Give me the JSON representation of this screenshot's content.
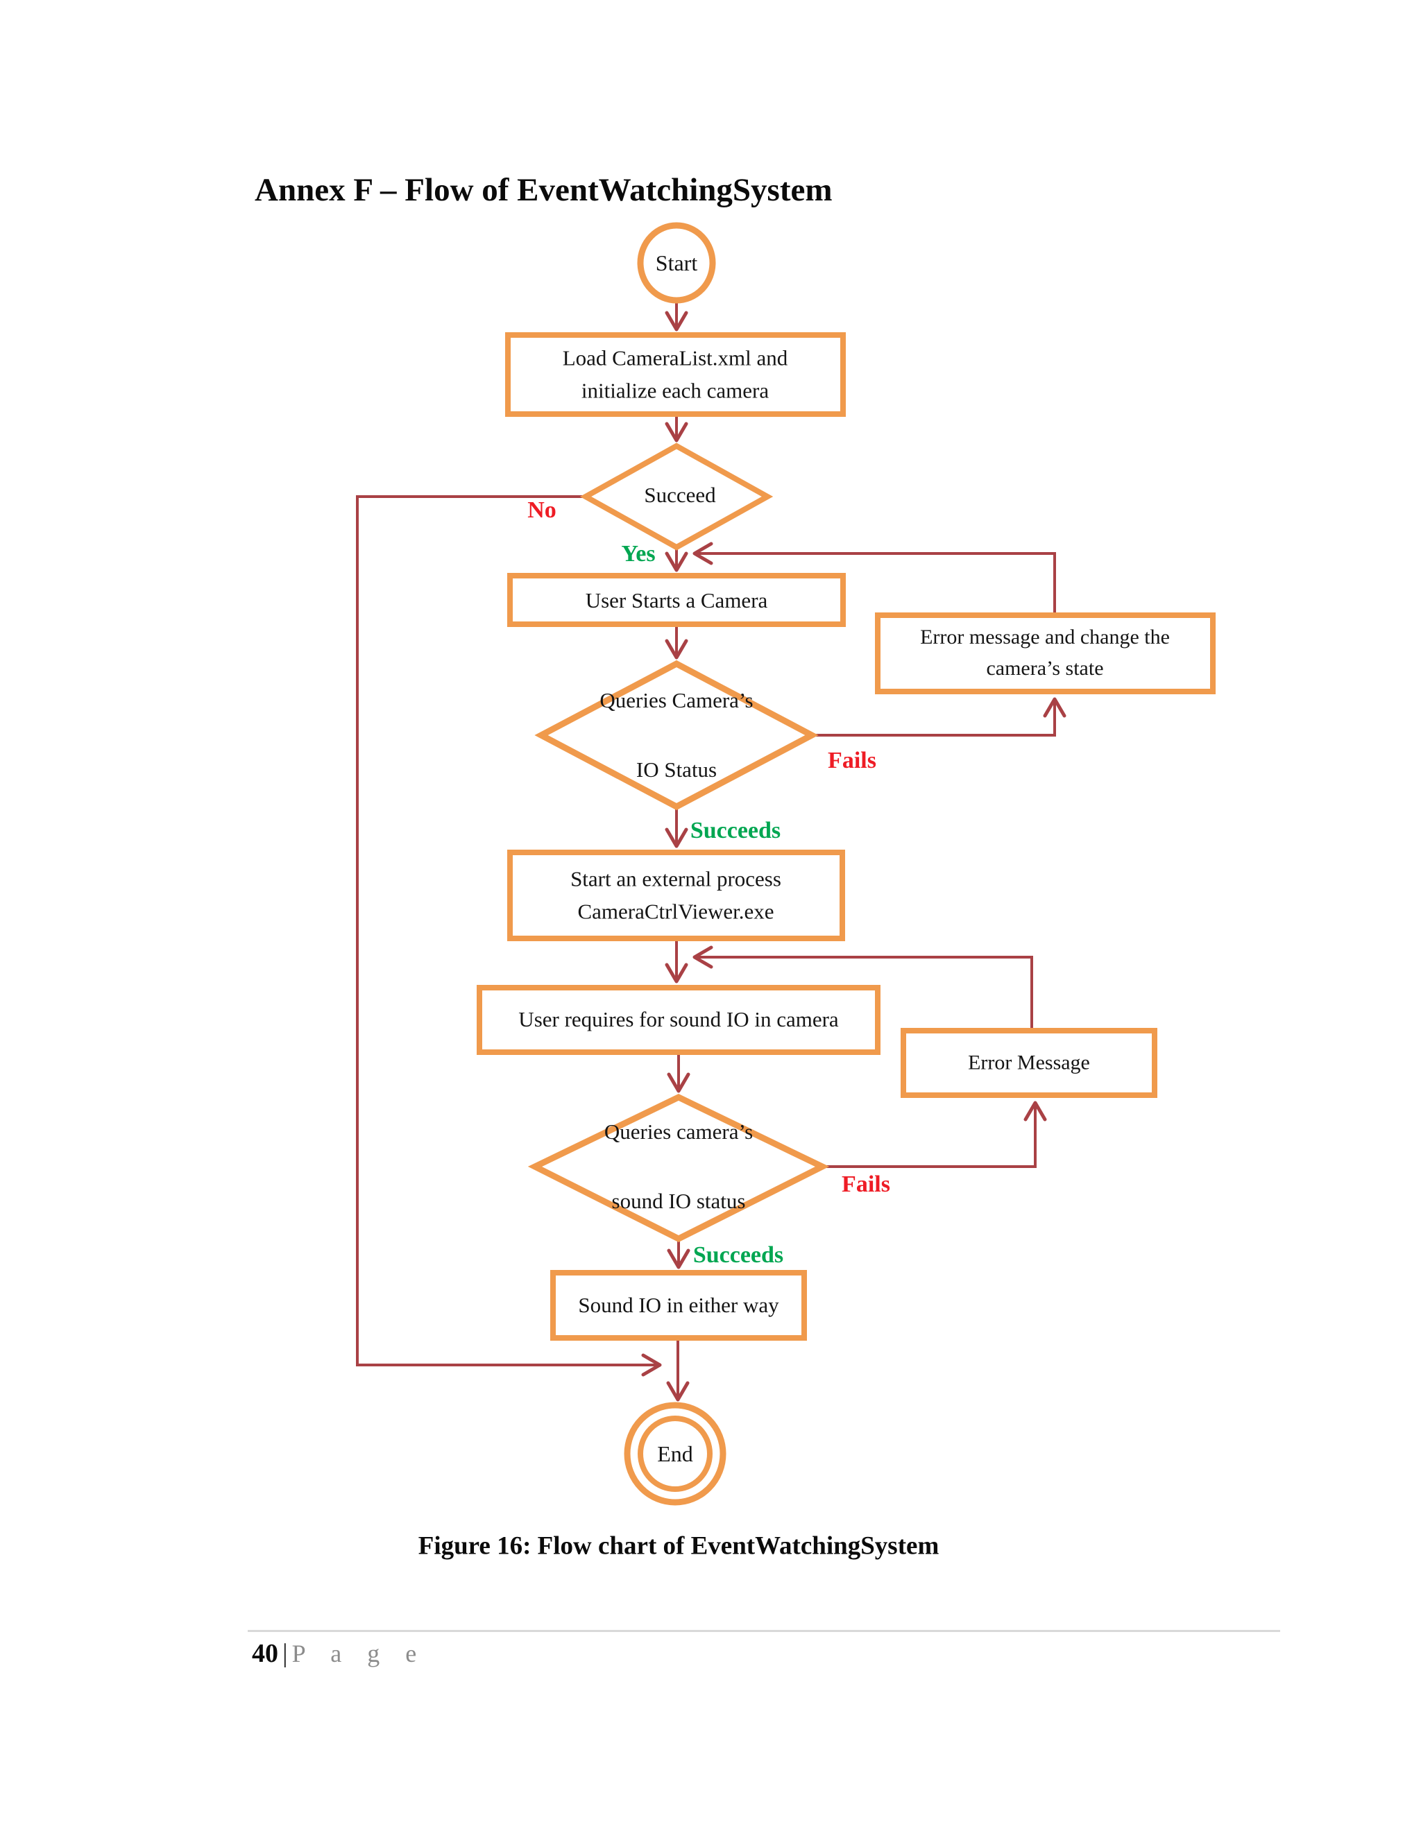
{
  "page": {
    "title": "Annex F – Flow of EventWatchingSystem",
    "caption": "Figure 16: Flow chart of EventWatchingSystem",
    "footer": {
      "page_number": "40",
      "separator": "|",
      "label": "P a g e"
    }
  },
  "flowchart": {
    "nodes": {
      "start": {
        "label": "Start"
      },
      "load_cameralist": {
        "line1": "Load CameraList.xml and",
        "line2": "initialize each camera"
      },
      "succeed_decision": {
        "label": "Succeed"
      },
      "user_starts_camera": {
        "label": "User Starts a Camera"
      },
      "error_change_state": {
        "line1": "Error message and change the",
        "line2": "camera’s state"
      },
      "queries_io_status": {
        "line1": "Queries Camera’s",
        "line2": "IO Status"
      },
      "start_external_process": {
        "line1": "Start an external process",
        "line2": "CameraCtrlViewer.exe"
      },
      "user_requires_sound": {
        "label": "User requires for sound IO in camera"
      },
      "error_message": {
        "label": "Error Message"
      },
      "queries_sound_status": {
        "line1": "Queries camera’s",
        "line2": "sound IO status"
      },
      "sound_io_either_way": {
        "label": "Sound IO in either way"
      },
      "end": {
        "label": "End"
      }
    },
    "edge_labels": {
      "no": "No",
      "yes": "Yes",
      "fails_io": "Fails",
      "succeeds_io": "Succeeds",
      "fails_sound": "Fails",
      "succeeds_sound": "Succeeds"
    },
    "colors": {
      "shape_border": "#f09a4c",
      "connector_line": "#a94145",
      "fail_label": "#ee1c25",
      "success_label": "#00a651",
      "body_text": "#151515",
      "footer_gray": "#8c8c8c",
      "rule_gray": "#d9d9d9"
    }
  }
}
